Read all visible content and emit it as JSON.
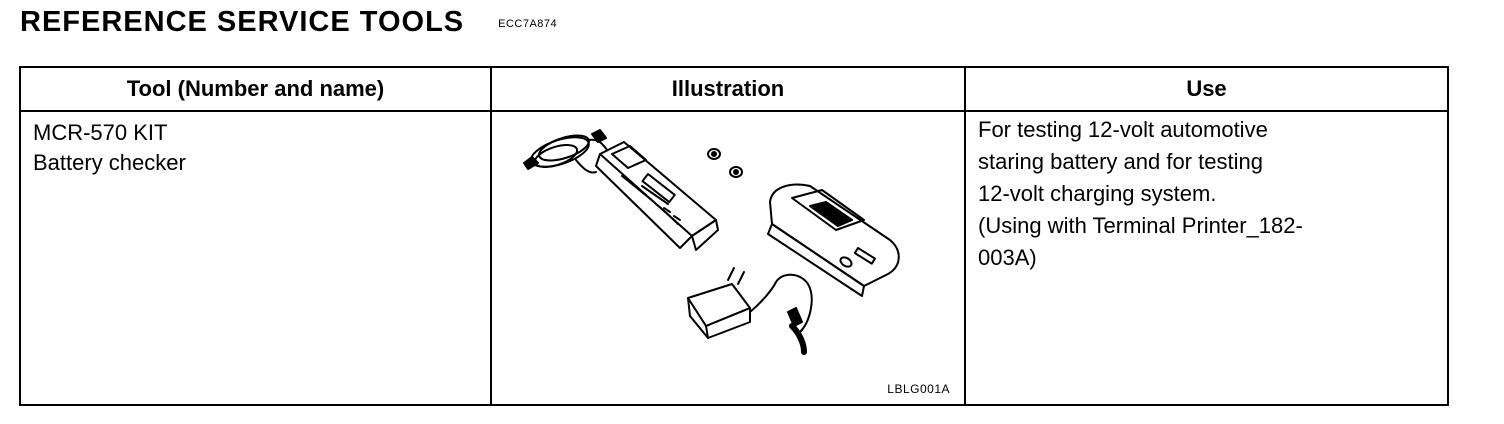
{
  "heading": {
    "title": "REFERENCE SERVICE TOOLS",
    "code": "ECC7A874"
  },
  "table": {
    "headers": {
      "tool": "Tool (Number and name)",
      "illustration": "Illustration",
      "use": "Use"
    },
    "row": {
      "tool_lines": [
        "MCR-570 KIT",
        "Battery checker"
      ],
      "figure_code": "LBLG001A",
      "use_lines": [
        "For testing 12-volt automotive",
        "staring battery and for testing",
        "12-volt charging system.",
        "(Using with Terminal Printer_182-",
        "003A)"
      ]
    }
  }
}
